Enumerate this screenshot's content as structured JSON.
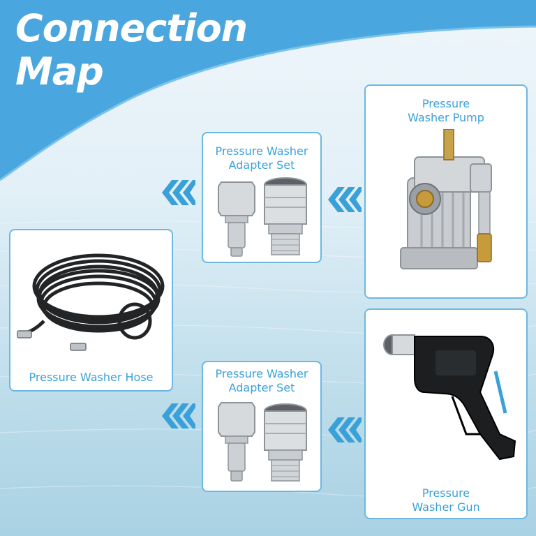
{
  "banner": {
    "title_line1": "Connection",
    "title_line2": "Map",
    "color": "#4aa6de"
  },
  "cards": {
    "pump": {
      "line1": "Pressure",
      "line2": "Washer Pump"
    },
    "adapter_top": {
      "line1": "Pressure Washer",
      "line2": "Adapter Set"
    },
    "hose": {
      "label": "Pressure Washer Hose"
    },
    "adapter_bottom": {
      "line1": "Pressure Washer",
      "line2": "Adapter Set"
    },
    "gun": {
      "line1": "Pressure",
      "line2": "Washer Gun"
    }
  },
  "colors": {
    "accent": "#3aa1d8",
    "card_border": "#6cb8e0"
  },
  "icons": [
    "chevron-left-double-icon"
  ]
}
